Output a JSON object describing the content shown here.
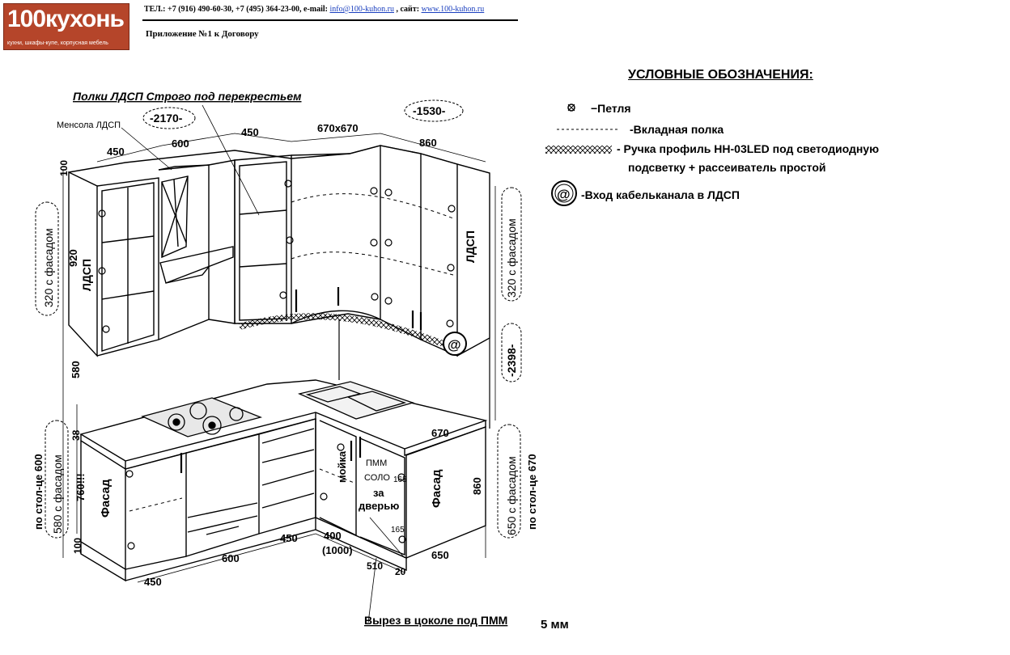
{
  "header": {
    "logo_title": "100кухонь",
    "logo_subtitle": "кухни, шкафы-купе, корпусная мебель",
    "contacts_prefix": "ТЕЛ.: +7 (916) 490-60-30, +7 (495) 364-23-00, e-mail:",
    "email": "info@100-kuhon.ru",
    "site_prefix": ", сайт:",
    "site": "www.100-kuhon.ru",
    "annex": "Приложение №1 к Договору"
  },
  "legend": {
    "title": "УСЛОВНЫЕ ОБОЗНАЧЕНИЯ:",
    "items": [
      {
        "icon": "hinge-icon",
        "label": "−Петля"
      },
      {
        "icon": "dashed-line-icon",
        "label": "-Вкладная полка"
      },
      {
        "icon": "hatch-icon",
        "label": "- Ручка профиль НН-03LED под светодиодную"
      },
      {
        "icon": "",
        "label": "подсветку + рассеиватель простой"
      },
      {
        "icon": "cable-entry-icon",
        "label": "-Вход кабельканала в ЛДСП"
      }
    ]
  },
  "drawing": {
    "shelves_note": "Полки ЛДСП Строго под перекрестьем",
    "bracket_note": "Менсола ЛДСП",
    "width_upper_left": "-2170-",
    "width_upper_right": "-1530-",
    "width_total_right": "-2398-",
    "dim_450_a": "450",
    "dim_600_a": "600",
    "dim_450_b": "450",
    "dim_670x670": "670х670",
    "dim_860_a": "860",
    "dim_100_top": "100",
    "dim_920": "920",
    "dim_580": "580",
    "dim_38": "38",
    "dim_760": "760!!!",
    "dim_100_bottom": "100",
    "dim_450_c": "450",
    "dim_600_b": "600",
    "dim_450_d": "450",
    "dim_400": "400",
    "dim_1000": "(1000)",
    "dim_510": "510",
    "dim_20": "20",
    "dim_650": "650",
    "dim_670": "670",
    "dim_860_b": "860",
    "dim_165_a": "165",
    "dim_165_b": "165",
    "ldsp_left": "ЛДСП",
    "ldsp_right": "ЛДСП",
    "facade_320_left": "320 с фасадом",
    "facade_320_right": "320 с фасадом",
    "tabletop_600": "по стол-це 600",
    "facade_580": "580 с фасадом",
    "facade_650": "650 с фасадом",
    "tabletop_670": "по стол-це 670",
    "facade_left": "Фасад",
    "facade_right": "Фасад",
    "sink": "мойка",
    "dishwasher_line1": "ПММ",
    "dishwasher_line2": "СОЛО",
    "behind_door_1": "за",
    "behind_door_2": "дверью",
    "plinth_cutout": "Вырез в цоколе под ПММ",
    "plinth_5mm": "5 мм"
  }
}
